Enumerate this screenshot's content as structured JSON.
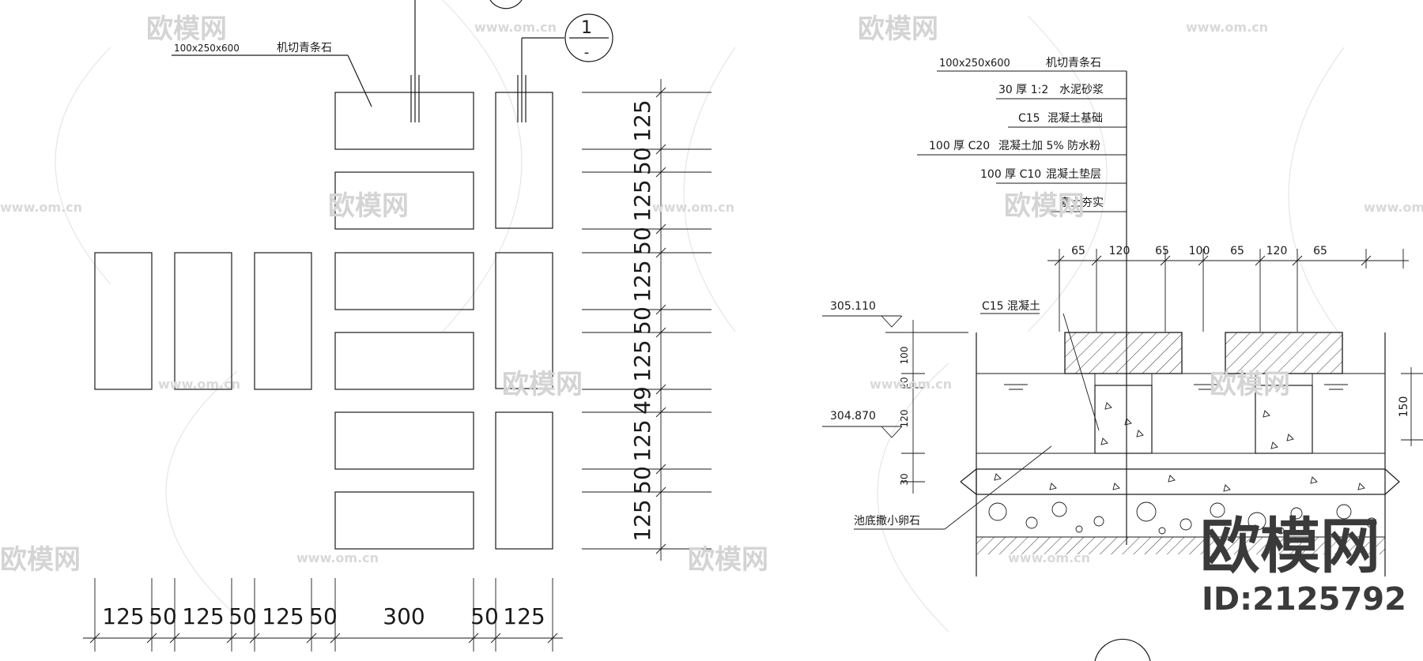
{
  "plan": {
    "spec": "100x250x600",
    "material": "机切青条石",
    "section_mark": "1",
    "right_dims": [
      "125",
      "50",
      "125",
      "50",
      "125",
      "50",
      "125",
      "49",
      "125",
      "50",
      "125"
    ],
    "bottom_dims": [
      "125",
      "50",
      "125",
      "50",
      "125",
      "50",
      "300",
      "50",
      "125"
    ]
  },
  "section": {
    "layers": [
      {
        "spec": "100x250x600",
        "text": "机切青条石"
      },
      {
        "spec": "30 厚 1:2",
        "text": "水泥砂浆"
      },
      {
        "spec": "C15",
        "text": "混凝土基础"
      },
      {
        "spec": "100 厚 C20",
        "text": "混凝土加 5% 防水粉"
      },
      {
        "spec": "100 厚 C10",
        "text": "混凝土垫层"
      },
      {
        "spec": "",
        "text": "素土夯实"
      }
    ],
    "top_dims": [
      "65",
      "120",
      "65",
      "100",
      "65",
      "120",
      "65"
    ],
    "concrete_label": "C15 混凝土",
    "elev_top": "305.110",
    "elev_bottom": "304.870",
    "left_dims": [
      "100",
      "20",
      "120",
      "30"
    ],
    "right_dim": "150",
    "pebble_label": "池底撒小卵石"
  },
  "watermark": {
    "brand": "欧模网",
    "url": "www.om.cn",
    "id": "ID:2125792"
  }
}
